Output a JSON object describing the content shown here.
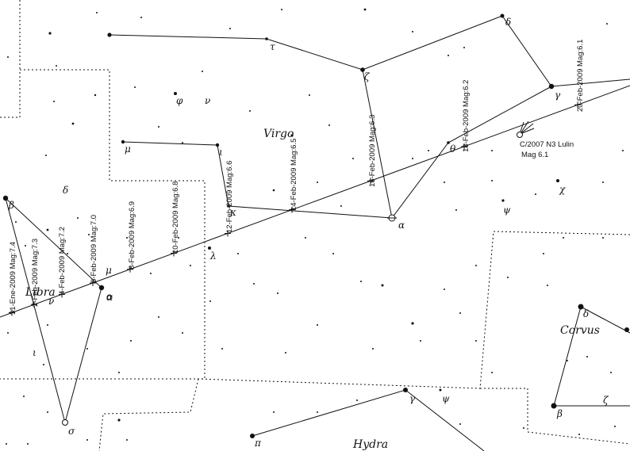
{
  "constellations": {
    "virgo": "Virgo",
    "libra": "Libra",
    "corvus": "Corvus",
    "hydra": "Hydra"
  },
  "comet": {
    "name": "C/2007 N3 Lulin",
    "mag": "Mag 6.1"
  },
  "dates": [
    "31-Ene-2009 Mag:7.4",
    "2-Feb-2009 Mag:7.3",
    "4-Feb-2009 Mag:7.2",
    "6-Feb-2009 Mag:7.0",
    "8-Feb-2009 Mag:6.9",
    "10-Feb-2009 Mag:6.8",
    "12-Feb-2009 Mag:6.6",
    "14-Feb-2009 Mag:6.5",
    "16-Feb-2009 Mag:6.3",
    "18-Feb-2009 Mag:6.2",
    "20-Feb-2009 Mag:6.1"
  ],
  "greek": {
    "virgo_tau": "τ",
    "virgo_delta": "δ",
    "virgo_zeta": "ζ",
    "virgo_gamma": "γ",
    "virgo_phi": "φ",
    "virgo_nu": "ν",
    "virgo_mu_top": "μ",
    "virgo_iota": "ι",
    "virgo_kappa": "κ",
    "virgo_theta": "θ",
    "virgo_alpha": "α",
    "virgo_psi": "ψ",
    "virgo_chi": "χ",
    "virgo_lambda": "λ",
    "libra_delta": "δ",
    "libra_beta": "β",
    "libra_mu": "μ",
    "libra_nu": "ν",
    "libra_iota": "ι",
    "libra_sigma": "σ",
    "libra_alpha": "α",
    "corvus_delta": "δ",
    "corvus_beta": "β",
    "corvus_zeta": "ζ",
    "hydra_gamma": "γ",
    "hydra_psi": "ψ",
    "hydra_pi": "π"
  }
}
